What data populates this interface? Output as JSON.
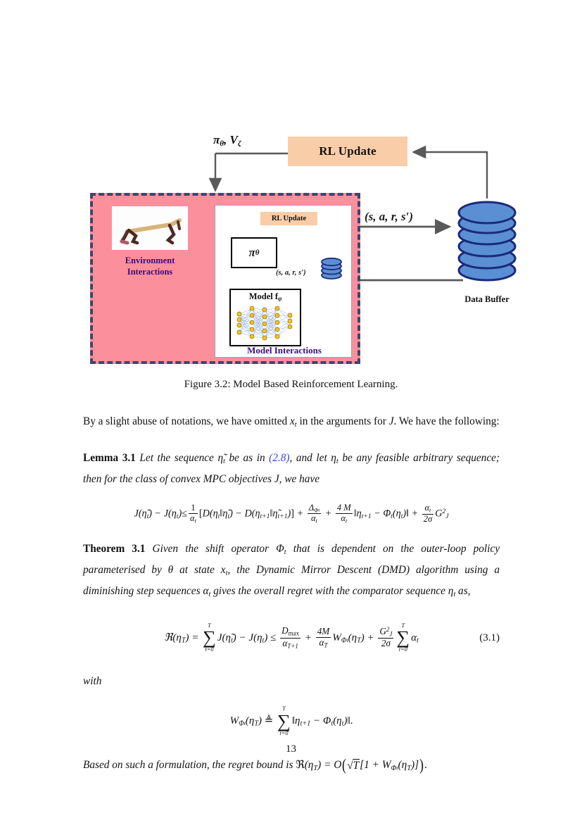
{
  "figure": {
    "caption": "Figure 3.2: Model Based Reinforcement Learning.",
    "top_box_label": "RL Update",
    "inner_box_label": "RL Update",
    "policy_symbol": "π",
    "policy_subscript": "θ",
    "pi_v_label_main": "π",
    "pi_v_label_sub1": "θ",
    "pi_v_label_mid": ", V",
    "pi_v_label_sub2": "ζ",
    "environment_label_line1": "Environment",
    "environment_label_line2": "Interactions",
    "model_interactions_label": "Model Interactions",
    "model_title_main": "Model f",
    "model_title_sub": "φ",
    "data_buffer_label": "Data Buffer",
    "transition_tuple_big": "(s, a, r, s′)",
    "transition_tuple_small": "(s, a, r, s′)",
    "colors": {
      "panel_pink": "#fc8f9c",
      "panel_border": "#41456b",
      "rl_update_orange": "#f9cda7",
      "buffer_blue": "#5b8fd4",
      "buffer_blue_edge": "#1a2a7a",
      "arrow_gray": "#595959",
      "blue_arrow": "#1f5fd0",
      "label_purple": "#3b0a7a"
    }
  },
  "body": {
    "para1_a": "By a slight abuse of notations, we have omitted ",
    "para1_x": "x",
    "para1_xsub": "t",
    "para1_b": " in the arguments for ",
    "para1_J": "J",
    "para1_c": ". We have the following:",
    "lemma_label": "Lemma 3.1",
    "lemma_text_a": " Let the sequence ",
    "lemma_eta": "η̃",
    "lemma_etasub": "t",
    "lemma_text_b": " be as in ",
    "lemma_ref": "(2.8)",
    "lemma_text_c": ", and let ",
    "lemma_eta2": "η",
    "lemma_eta2sub": "t",
    "lemma_text_d": " be any feasible arbitrary sequence; then for the class of convex MPC objectives ",
    "lemma_J": "J",
    "lemma_text_e": ", we have",
    "theorem_label": "Theorem 3.1",
    "theorem_text_a": " Given the shift operator ",
    "theorem_phi": "Φ",
    "theorem_phisub": "t",
    "theorem_text_b": " that is dependent on the outer-loop policy parameterised by ",
    "theorem_theta": "θ",
    "theorem_text_c": " at state ",
    "theorem_x": "x",
    "theorem_xsub": "t",
    "theorem_text_d": ", the Dynamic Mirror Descent (DMD) algorithm using a diminishing step sequences ",
    "theorem_alpha": "α",
    "theorem_alphasub": "t",
    "theorem_text_e": " gives the overall regret with the comparator sequence ",
    "theorem_eta": "η",
    "theorem_etasub": "t",
    "theorem_text_f": " as,",
    "with_word": "with",
    "closing_a": "Based on such a formulation, the regret bound is ",
    "closing_R": "ℜ",
    "closing_etaT": "(η",
    "closing_etaTsub": "T",
    "closing_b": ") = ",
    "closing_O": "O",
    "closing_sqrtT": "T",
    "closing_bracket": "[1 + W",
    "closing_Wsub": "Φ",
    "closing_Wsub2": "t",
    "closing_eta2": "(η",
    "closing_eta2sub": "T",
    "closing_end": ")]",
    "closing_period": "."
  },
  "equations": {
    "eq_lemma": {
      "lhs_J1": "J",
      "lhs_eta1": "(η̃",
      "lhs_eta1sub": "t",
      "lhs_minus": ") − ",
      "lhs_J2": "J",
      "lhs_eta2": "(η",
      "lhs_eta2sub": "t",
      "lhs_close": ")",
      "rel": "≤",
      "frac1_num": "1",
      "frac1_den_a": "α",
      "frac1_den_sub": "t",
      "brack_open": "[",
      "D1": "D",
      "D1_args": "(η",
      "D1_sub": "t",
      "D1_mid": "‖η̃",
      "D1_sub2": "t",
      "D1_close": ")",
      "minus": " − ",
      "D2": "D",
      "D2_args": "(η",
      "D2_sub": "t+1",
      "D2_mid": "‖η̃",
      "D2_sub2": "t+1",
      "D2_close": ")",
      "brack_close": "]",
      "plus": " + ",
      "frac2_num_a": "Δ",
      "frac2_num_sub": "Φ",
      "frac2_num_sub2": "t",
      "frac2_den_a": "α",
      "frac2_den_sub": "t",
      "frac3_num": "4 M",
      "frac3_den_a": "α",
      "frac3_den_sub": "t",
      "norm_open": "‖η",
      "norm_sub": "t+1",
      "norm_minus": " − Φ",
      "norm_phisub": "t",
      "norm_eta": "(η",
      "norm_etasub": "t",
      "norm_close": ")‖",
      "frac4_num_a": "α",
      "frac4_num_sub": "t",
      "frac4_den": "2σ",
      "G": "G",
      "G_sup": "2",
      "G_sub": "J"
    },
    "eq_3_1": {
      "R": "ℜ",
      "R_arg": "(η",
      "R_argsub": "T",
      "R_close": ") = ",
      "sum_top": "T",
      "sum_sym": "∑",
      "sum_bot": "t=0",
      "J1": "J",
      "J1_arg": "(η̃",
      "J1_sub": "t",
      "J1_close": ") − ",
      "J2": "J",
      "J2_arg": "(η",
      "J2_sub": "t",
      "J2_close": ")",
      "rel": "≤",
      "frac1_num_a": "D",
      "frac1_num_sub": "max",
      "frac1_den_a": "α",
      "frac1_den_sub": "T+1",
      "plus": " + ",
      "frac2_num": "4M",
      "frac2_den_a": "α",
      "frac2_den_sub": "T",
      "W": "W",
      "W_sub": "Φ",
      "W_sub2": "t",
      "W_arg": "(η",
      "W_argsub": "T",
      "W_close": ")",
      "frac3_num_a": "G",
      "frac3_num_sup": "2",
      "frac3_num_sub": "J",
      "frac3_den": "2σ",
      "sum2_top": "T",
      "sum2_sym": "∑",
      "sum2_bot": "t=0",
      "alpha": "α",
      "alpha_sub": "t",
      "tag": "(3.1)"
    },
    "eq_w": {
      "W": "W",
      "W_sub": "Φ",
      "W_sub2": "t",
      "W_arg": "(η",
      "W_argsub": "T",
      "W_close": ") ",
      "triangleq": "≜",
      "sum_top": "T",
      "sum_sym": "∑",
      "sum_bot": "t=0",
      "norm_open": "‖η",
      "norm_sub": "t+1",
      "norm_minus": " − Φ",
      "norm_phisub": "t",
      "norm_eta": "(η",
      "norm_etasub": "t",
      "norm_close": ")‖",
      "period": "."
    }
  },
  "page_number": "13"
}
